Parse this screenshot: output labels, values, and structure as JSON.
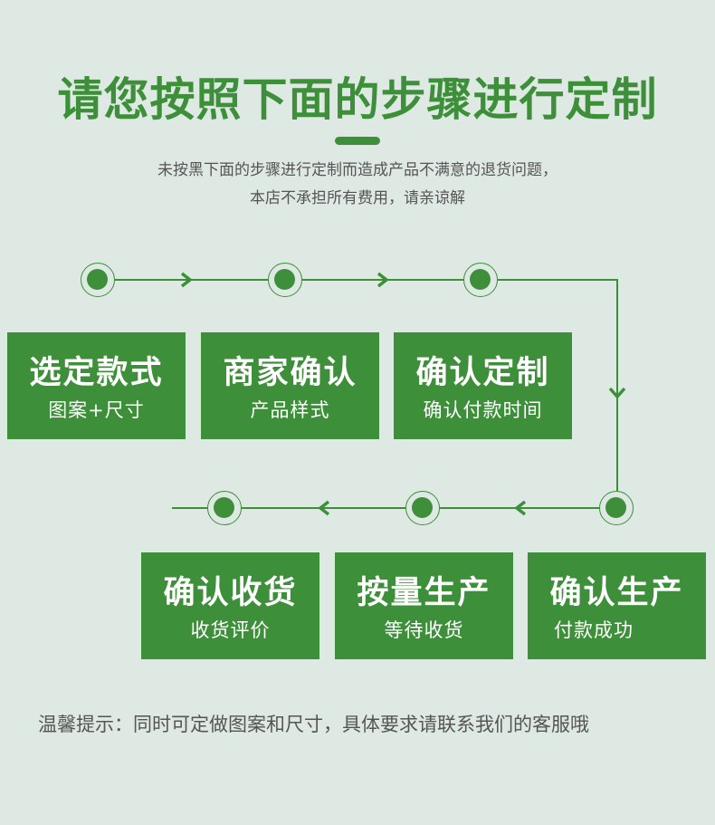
{
  "title": "请您按照下面的步骤进行定制",
  "subtitle_line1": "未按黑下面的步骤进行定制而造成产品不满意的退货问题，",
  "subtitle_line2": "本店不承担所有费用，请亲谅解",
  "row1": [
    {
      "title": "选定款式",
      "desc": "图案+尺寸"
    },
    {
      "title": "商家确认",
      "desc": "产品样式"
    },
    {
      "title": "确认定制",
      "desc": "确认付款时间"
    }
  ],
  "row2": [
    {
      "title": "确认收货",
      "desc": "收货评价"
    },
    {
      "title": "按量生产",
      "desc": "等待收货"
    },
    {
      "title": "确认生产",
      "desc": "付款成功"
    }
  ],
  "tip": "温馨提示：同时可定做图案和尺寸，具体要求请联系我们的客服哦",
  "colors": {
    "accent": "#3d8f3a",
    "background": "#dfe9e3"
  }
}
